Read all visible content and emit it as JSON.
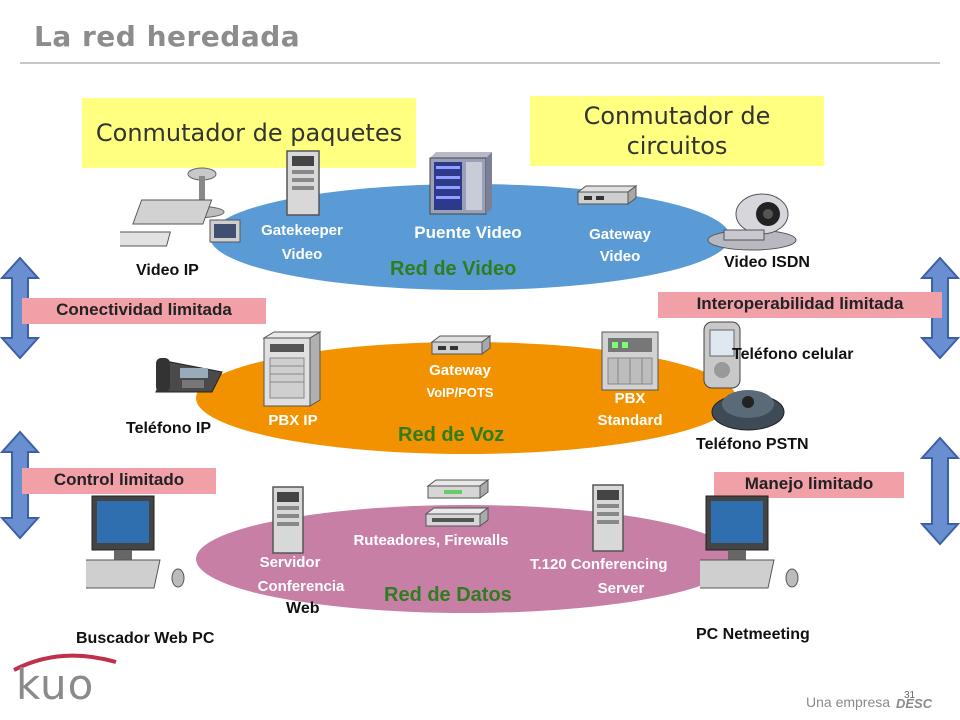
{
  "title": "La red heredada",
  "boxes": {
    "packet": "Conmutador de paquetes",
    "circuit": "Conmutador de circuitos"
  },
  "limitations": {
    "connectivity": "Conectividad limitada",
    "interop": "Interoperabilidad limitada",
    "control": "Control limitado",
    "management": "Manejo limitado"
  },
  "networks": {
    "video": "Red de Video",
    "voice": "Red de Voz",
    "data": "Red de Datos"
  },
  "devices": {
    "gatekeeper_l1": "Gatekeeper",
    "gatekeeper_l2": "Video",
    "bridge_video": "Puente Video",
    "gw_video_l1": "Gateway",
    "gw_video_l2": "Video",
    "video_ip": "Video IP",
    "video_isdn": "Video ISDN",
    "gw_voip_l1": "Gateway",
    "gw_voip_l2": "VoIP/POTS",
    "pbx_ip": "PBX IP",
    "pbx_std_l1": "PBX",
    "pbx_std_l2": "Standard",
    "phone_ip": "Teléfono IP",
    "phone_cell": "Teléfono celular",
    "phone_pstn": "Teléfono PSTN",
    "routers": "Ruteadores, Firewalls",
    "web_server_l1": "Servidor",
    "web_server_l2": "Conferencia",
    "web_server_l3": "Web",
    "t120_l1": "T.120 Conferencing",
    "t120_l2": "Server",
    "pc_browser": "Buscador Web PC",
    "pc_netmeeting": "PC Netmeeting"
  },
  "footer": {
    "logo": "kuo",
    "tagline": "Una empresa",
    "brand": "DESC",
    "page": "31"
  },
  "colors": {
    "video_net": "#5b9bd5",
    "voice_net": "#f39200",
    "data_net": "#c77fa6",
    "yellow_box": "#ffff80",
    "pink_box": "#f2a0a8",
    "arrow": "#6a8fd0",
    "net_label": "#2e7d1e"
  }
}
